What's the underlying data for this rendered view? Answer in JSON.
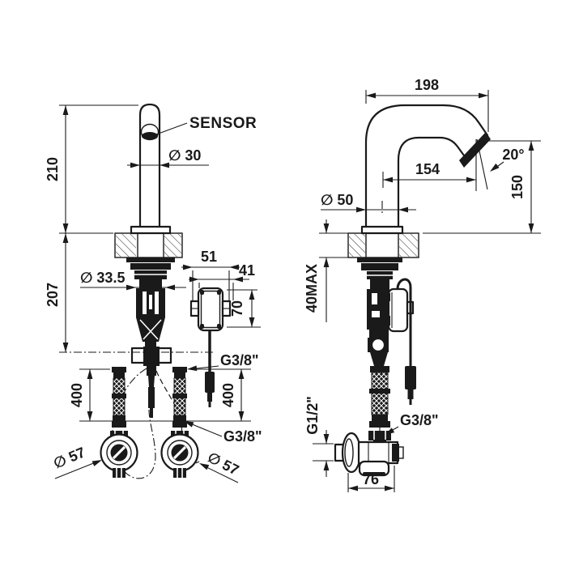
{
  "drawing": {
    "type": "technical-dimension-drawing",
    "subject": "electronic sensor basin mixer tap, two projection views",
    "colors": {
      "line": "#1a1a1a",
      "background": "#ffffff"
    },
    "front_view": {
      "sensor": "SENSOR",
      "height_above_deck": "210",
      "height_below_deck": "207",
      "spout_diameter": "∅ 30",
      "shank_diameter": "∅ 33.5",
      "box_width_outer": "51",
      "box_width_inner": "41",
      "box_height": "70",
      "hose_length_left": "400",
      "hose_length_right": "400",
      "hose_thread_top": "G3/8\"",
      "hose_thread_bottom": "G3/8\"",
      "valve_diameter_left": "∅ 57",
      "valve_diameter_right": "∅ 57"
    },
    "side_view": {
      "spout_reach_overall": "198",
      "spout_reach_axis": "154",
      "outlet_angle": "20°",
      "outlet_height": "150",
      "base_diameter": "∅ 50",
      "deck_max_thickness": "40MAX",
      "valve_inlet_thread": "G1/2\"",
      "valve_outlet_thread": "G3/8\"",
      "valve_depth": "76"
    }
  }
}
